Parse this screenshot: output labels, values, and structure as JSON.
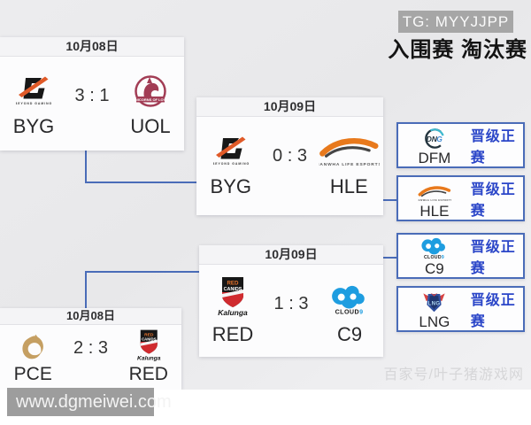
{
  "header": {
    "tg_badge": "TG: MYYJJPP",
    "stage_title": "入围赛 淘汰赛"
  },
  "matches": [
    {
      "date": "10月08日",
      "left": "BYG",
      "right": "UOL",
      "score": "3 : 1"
    },
    {
      "date": "10月09日",
      "left": "BYG",
      "right": "HLE",
      "score": "0 : 3"
    },
    {
      "date": "10月09日",
      "left": "RED",
      "right": "C9",
      "score": "1 : 3"
    },
    {
      "date": "10月08日",
      "left": "PCE",
      "right": "RED",
      "score": "2 : 3"
    }
  ],
  "qualified": [
    {
      "team": "DFM",
      "label": "晋级正赛"
    },
    {
      "team": "HLE",
      "label": "晋级正赛"
    },
    {
      "team": "C9",
      "label": "晋级正赛"
    },
    {
      "team": "LNG",
      "label": "晋级正赛"
    }
  ],
  "logo_text": {
    "byg_sub": "BEYOND GAMING",
    "uol_banner": "UNICORNS OF LOVE",
    "hle_sub": "HANWHA LIFE ESPORTS",
    "dfm_letters": "DNG",
    "c9_word": "CLOUD9",
    "red_top": "RED",
    "red_mid": "CANIDS",
    "red_script": "Kalunga",
    "lng_letters": "LNG"
  },
  "watermarks": {
    "bottom_left": "www.dgmeiwei.com",
    "bottom_right": "百家号/叶子猪游戏网"
  },
  "icons": {
    "byg": "byg-logo-icon",
    "uol": "uol-logo-icon",
    "hle": "hle-logo-icon",
    "dfm": "dfm-logo-icon",
    "c9": "c9-logo-icon",
    "red": "red-canids-logo-icon",
    "pce": "pce-logo-icon",
    "lng": "lng-logo-icon"
  },
  "colors": {
    "accent_blue": "#4a6cb8",
    "advance_blue": "#2b46c8",
    "badge_gray": "#a6a6a6",
    "strip_gray": "#9d9d9d"
  }
}
